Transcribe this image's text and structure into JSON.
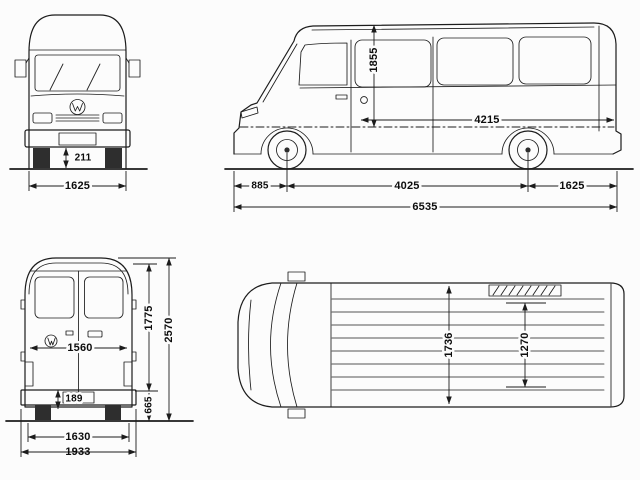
{
  "meta": {
    "ink_color": "#1c1c1c",
    "paper_color": "#fcfcfc"
  },
  "front_view": {
    "dims": {
      "ground_clearance": "211",
      "width": "1625"
    }
  },
  "side_view": {
    "dims": {
      "interior_height": "1855",
      "load_length": "4215",
      "front_overhang": "885",
      "wheelbase": "4025",
      "rear_overhang": "1625",
      "overall_length": "6535"
    }
  },
  "rear_view": {
    "dims": {
      "door_opening_width": "1560",
      "step_height": "189",
      "door_opening_height": "1775",
      "overall_height": "2570",
      "load_sill_height": "665",
      "track_width": "1630",
      "overall_width": "1933"
    }
  },
  "top_view": {
    "dims": {
      "interior_width": "1736",
      "width_between_arches": "1270"
    }
  }
}
